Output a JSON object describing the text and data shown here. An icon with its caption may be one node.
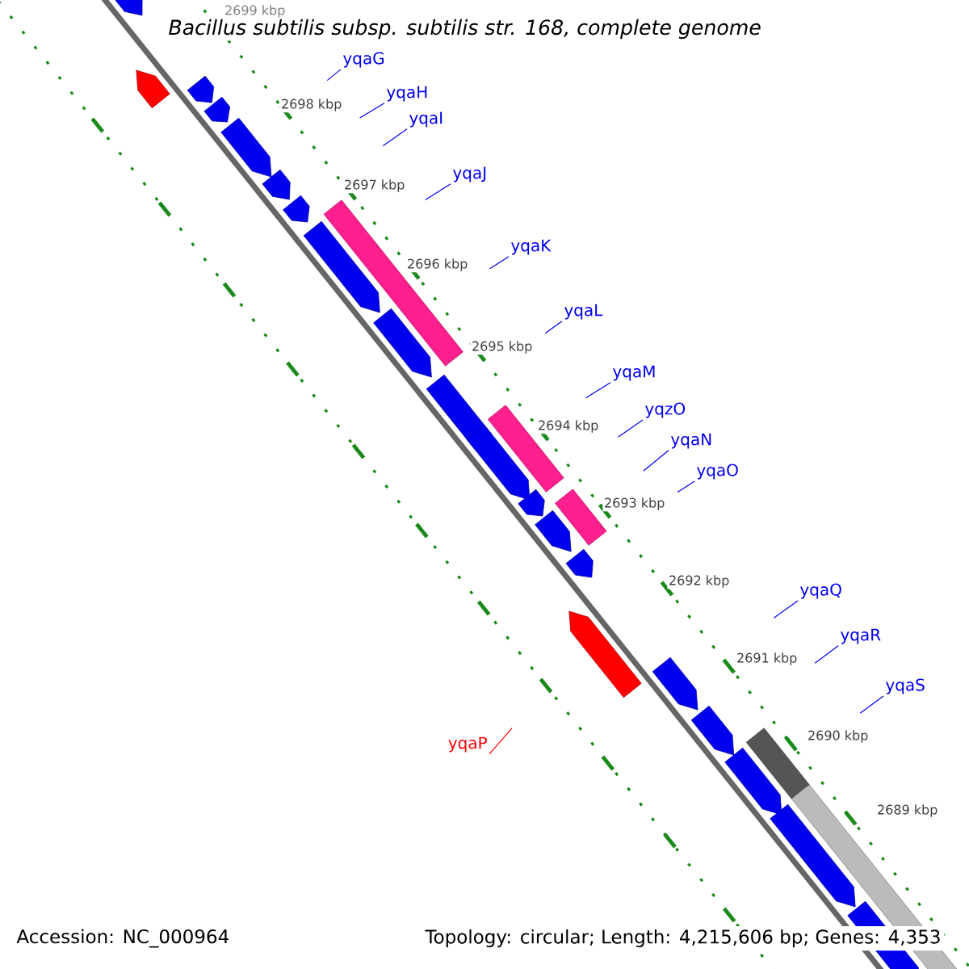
{
  "diagram": {
    "title": "Bacillus subtilis subsp. subtilis str. 168, complete genome",
    "nodes": [
      {
        "text": [
          "yqaG"
        ]
      },
      {
        "text": [
          "yqaH"
        ]
      },
      {
        "text": [
          "yqaI"
        ]
      },
      {
        "text": [
          "yqaJ"
        ]
      },
      {
        "text": [
          "yqaK"
        ]
      },
      {
        "text": [
          "yqaL"
        ]
      },
      {
        "text": [
          "yqaM"
        ]
      },
      {
        "text": [
          "yqzO"
        ]
      },
      {
        "text": [
          "yqaN"
        ]
      },
      {
        "text": [
          "yqaO"
        ]
      },
      {
        "text": [
          "yqaQ"
        ]
      },
      {
        "text": [
          "yqaR"
        ]
      },
      {
        "text": [
          "yqaS"
        ]
      },
      {
        "text": [
          "yqaP"
        ]
      }
    ],
    "edges": [
      {
        "from": 0,
        "to": null,
        "arrow": "none"
      },
      {
        "from": 1,
        "to": null,
        "arrow": "none"
      },
      {
        "from": 2,
        "to": null,
        "arrow": "none"
      },
      {
        "from": 3,
        "to": null,
        "arrow": "none"
      },
      {
        "from": 4,
        "to": null,
        "arrow": "none"
      },
      {
        "from": 5,
        "to": null,
        "arrow": "none"
      },
      {
        "from": 6,
        "to": null,
        "arrow": "none"
      },
      {
        "from": 7,
        "to": null,
        "arrow": "none"
      },
      {
        "from": 8,
        "to": null,
        "arrow": "none"
      },
      {
        "from": 9,
        "to": null,
        "arrow": "none"
      },
      {
        "from": 10,
        "to": null,
        "arrow": "none"
      },
      {
        "from": 11,
        "to": null,
        "arrow": "none"
      },
      {
        "from": 12,
        "to": null,
        "arrow": "none"
      },
      {
        "from": 13,
        "to": null,
        "arrow": "none",
        "color": "#ff0000"
      }
    ],
    "labels": [
      "2699 kbp",
      "2698 kbp",
      "2697 kbp",
      "2696 kbp",
      "2695 kbp",
      "2694 kbp",
      "2693 kbp",
      "2692 kbp",
      "2691 kbp",
      "2690 kbp",
      "2689 kbp",
      "Accession: NC_000964",
      "Topology: circular; Length: 4,215,606 bp; Genes: 4,353"
    ]
  }
}
